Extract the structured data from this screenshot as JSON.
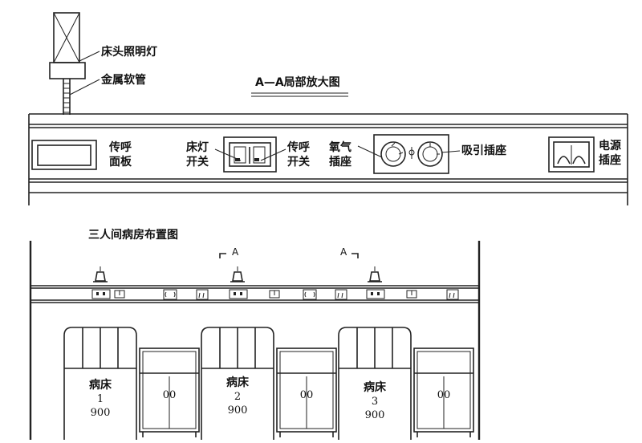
{
  "detail": {
    "title": "A—A局部放大图",
    "lamp_label": "床头照明灯",
    "hose_label": "金属软管",
    "call_panel": [
      "传呼",
      "面板"
    ],
    "bedlight_switch": [
      "床灯",
      "开关"
    ],
    "call_switch": [
      "传呼",
      "开关"
    ],
    "oxygen_outlet": [
      "氧气",
      "插座"
    ],
    "suction_outlet": "吸引插座",
    "power_outlet": [
      "电源",
      "插座"
    ]
  },
  "plan": {
    "title": "三人间病房布置图",
    "section_mark_left": "A",
    "section_mark_right": "A",
    "beds": [
      {
        "label": "病床",
        "number": "1",
        "size": "900"
      },
      {
        "label": "病床",
        "number": "2",
        "size": "900"
      },
      {
        "label": "病床",
        "number": "3",
        "size": "900"
      }
    ],
    "cabinet_handles": "00"
  }
}
